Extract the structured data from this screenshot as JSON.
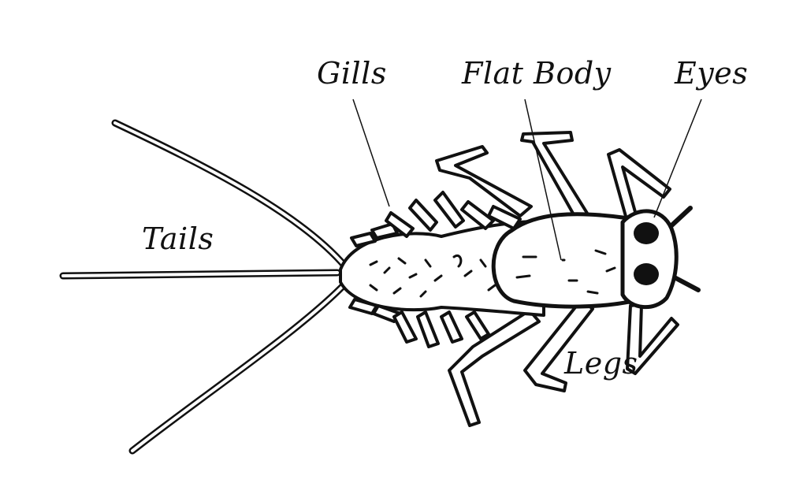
{
  "labels": {
    "gills": "Gills",
    "flat_body": "Flat Body",
    "eyes": "Eyes",
    "tails": "Tails",
    "legs": "Legs"
  },
  "colors": {
    "ink": "#111111",
    "background": "#ffffff"
  }
}
